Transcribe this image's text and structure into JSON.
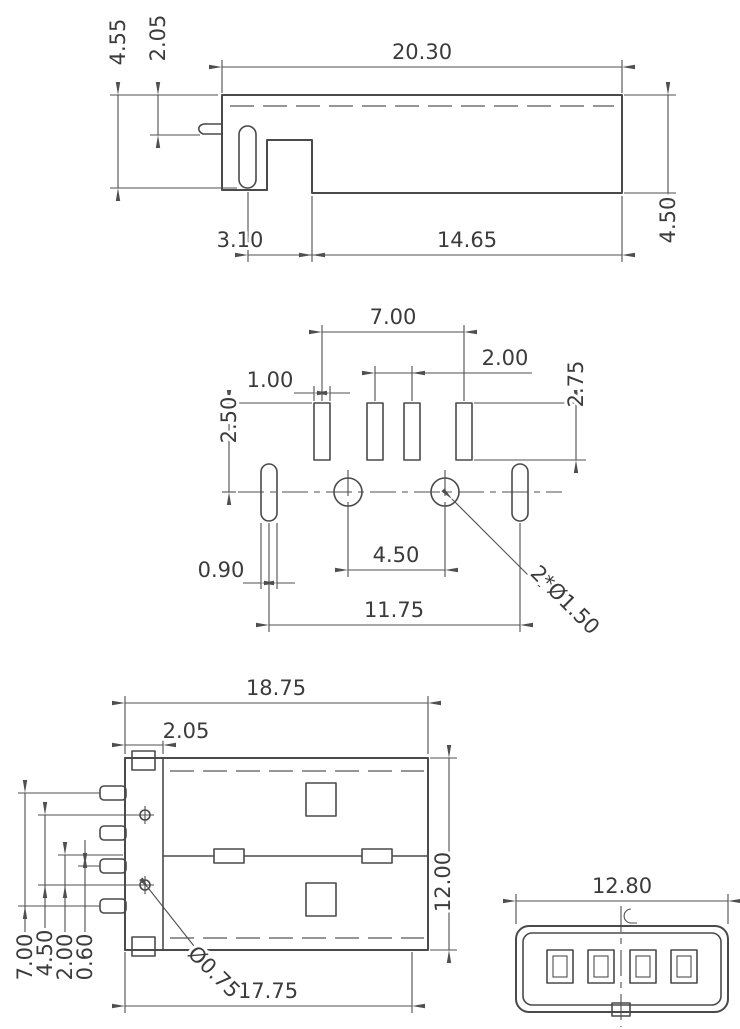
{
  "drawing": {
    "background_color": "#ffffff",
    "line_color": "#4a4a4a",
    "text_color": "#3b3b3b"
  },
  "side_view": {
    "overall_height": "4.55",
    "tab_height": "2.05",
    "overall_length": "20.30",
    "pin_to_shoulder": "3.10",
    "shell_length": "14.65",
    "shell_height": "4.50"
  },
  "footprint_view": {
    "outer_pad_span": "7.00",
    "inner_pad_pitch": "2.00",
    "pad_width": "1.00",
    "pad_row_offset": "2.50",
    "pad_length": "2.75",
    "slot_width": "0.90",
    "hole_pitch": "4.50",
    "slot_pitch": "11.75",
    "hole_callout": "2*Ø1.50"
  },
  "top_view": {
    "body_width": "18.75",
    "edge_margin": "2.05",
    "body_depth": "12.00",
    "pin_offset": "0.60",
    "hole_offset": "2.00",
    "hole_pitch": "4.50",
    "pin_span": "7.00",
    "hole_callout": "Ø0.75",
    "inner_width": "17.75"
  },
  "front_view": {
    "width": "12.80"
  }
}
